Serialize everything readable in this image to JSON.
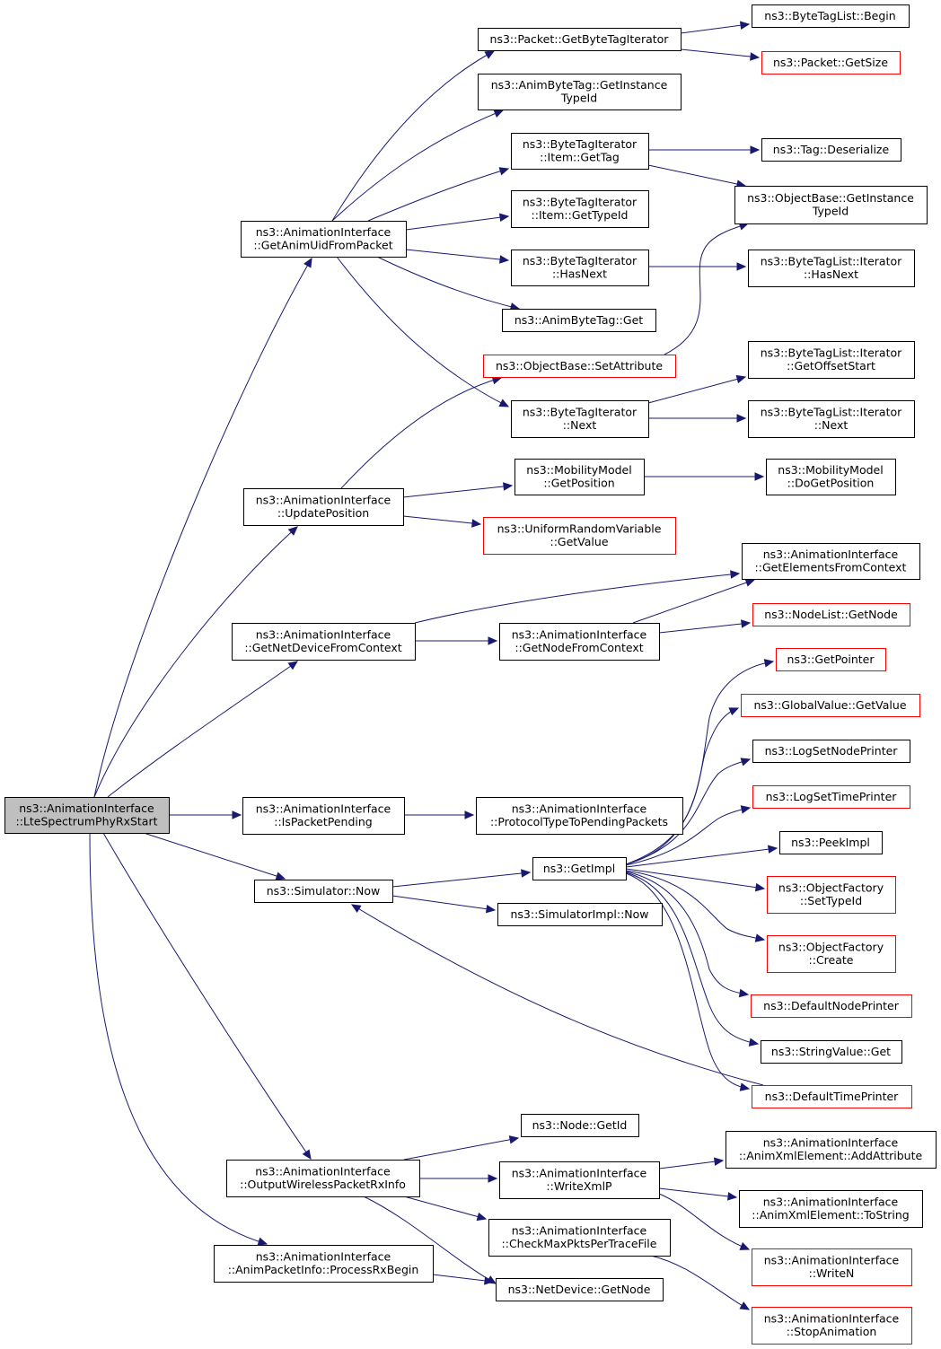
{
  "nodes": [
    {
      "id": "root",
      "lines": [
        "ns3::AnimationInterface",
        "::LteSpectrumPhyRxStart"
      ],
      "style": "root"
    },
    {
      "id": "getAnimUid",
      "lines": [
        "ns3::AnimationInterface",
        "::GetAnimUidFromPacket"
      ],
      "style": "normal"
    },
    {
      "id": "getByteTagIter",
      "lines": [
        "ns3::Packet::GetByteTagIterator"
      ],
      "style": "normal"
    },
    {
      "id": "btlBegin",
      "lines": [
        "ns3::ByteTagList::Begin"
      ],
      "style": "normal"
    },
    {
      "id": "packetGetSize",
      "lines": [
        "ns3::Packet::GetSize"
      ],
      "style": "red"
    },
    {
      "id": "animByteTagGetInst",
      "lines": [
        "ns3::AnimByteTag::GetInstance",
        "TypeId"
      ],
      "style": "normal"
    },
    {
      "id": "btiItemGetTag",
      "lines": [
        "ns3::ByteTagIterator",
        "::Item::GetTag"
      ],
      "style": "normal"
    },
    {
      "id": "tagDeserialize",
      "lines": [
        "ns3::Tag::Deserialize"
      ],
      "style": "normal"
    },
    {
      "id": "objBaseGetInst",
      "lines": [
        "ns3::ObjectBase::GetInstance",
        "TypeId"
      ],
      "style": "normal"
    },
    {
      "id": "btiItemGetTypeId",
      "lines": [
        "ns3::ByteTagIterator",
        "::Item::GetTypeId"
      ],
      "style": "normal"
    },
    {
      "id": "btiHasNext",
      "lines": [
        "ns3::ByteTagIterator",
        "::HasNext"
      ],
      "style": "normal"
    },
    {
      "id": "btlIterHasNext",
      "lines": [
        "ns3::ByteTagList::Iterator",
        "::HasNext"
      ],
      "style": "normal"
    },
    {
      "id": "animByteTagGet",
      "lines": [
        "ns3::AnimByteTag::Get"
      ],
      "style": "normal"
    },
    {
      "id": "objBaseSetAttr",
      "lines": [
        "ns3::ObjectBase::SetAttribute"
      ],
      "style": "red"
    },
    {
      "id": "btlIterGetOffset",
      "lines": [
        "ns3::ByteTagList::Iterator",
        "::GetOffsetStart"
      ],
      "style": "normal"
    },
    {
      "id": "btiNext",
      "lines": [
        "ns3::ByteTagIterator",
        "::Next"
      ],
      "style": "normal"
    },
    {
      "id": "btlIterNext",
      "lines": [
        "ns3::ByteTagList::Iterator",
        "::Next"
      ],
      "style": "normal"
    },
    {
      "id": "updatePosition",
      "lines": [
        "ns3::AnimationInterface",
        "::UpdatePosition"
      ],
      "style": "normal"
    },
    {
      "id": "mobGetPos",
      "lines": [
        "ns3::MobilityModel",
        "::GetPosition"
      ],
      "style": "normal"
    },
    {
      "id": "mobDoGetPos",
      "lines": [
        "ns3::MobilityModel",
        "::DoGetPosition"
      ],
      "style": "normal"
    },
    {
      "id": "uniformGetValue",
      "lines": [
        "ns3::UniformRandomVariable",
        "::GetValue"
      ],
      "style": "red"
    },
    {
      "id": "getElemFromCtx",
      "lines": [
        "ns3::AnimationInterface",
        "::GetElementsFromContext"
      ],
      "style": "normal"
    },
    {
      "id": "getNetDevFromCtx",
      "lines": [
        "ns3::AnimationInterface",
        "::GetNetDeviceFromContext"
      ],
      "style": "normal"
    },
    {
      "id": "getNodeFromCtx",
      "lines": [
        "ns3::AnimationInterface",
        "::GetNodeFromContext"
      ],
      "style": "normal"
    },
    {
      "id": "nodeListGetNode",
      "lines": [
        "ns3::NodeList::GetNode"
      ],
      "style": "red"
    },
    {
      "id": "getPointer",
      "lines": [
        "ns3::GetPointer"
      ],
      "style": "red"
    },
    {
      "id": "globalValueGetValue",
      "lines": [
        "ns3::GlobalValue::GetValue"
      ],
      "style": "red"
    },
    {
      "id": "logSetNodePrinter",
      "lines": [
        "ns3::LogSetNodePrinter"
      ],
      "style": "normal"
    },
    {
      "id": "logSetTimePrinter",
      "lines": [
        "ns3::LogSetTimePrinter"
      ],
      "style": "red"
    },
    {
      "id": "isPacketPending",
      "lines": [
        "ns3::AnimationInterface",
        "::IsPacketPending"
      ],
      "style": "normal"
    },
    {
      "id": "protoTypeToPending",
      "lines": [
        "ns3::AnimationInterface",
        "::ProtocolTypeToPendingPackets"
      ],
      "style": "normal"
    },
    {
      "id": "peekImpl",
      "lines": [
        "ns3::PeekImpl"
      ],
      "style": "normal"
    },
    {
      "id": "getImpl",
      "lines": [
        "ns3::GetImpl"
      ],
      "style": "normal"
    },
    {
      "id": "simulatorNow",
      "lines": [
        "ns3::Simulator::Now"
      ],
      "style": "normal"
    },
    {
      "id": "objFactorySetTypeId",
      "lines": [
        "ns3::ObjectFactory",
        "::SetTypeId"
      ],
      "style": "red"
    },
    {
      "id": "simulatorImplNow",
      "lines": [
        "ns3::SimulatorImpl::Now"
      ],
      "style": "normal"
    },
    {
      "id": "objFactoryCreate",
      "lines": [
        "ns3::ObjectFactory",
        "::Create"
      ],
      "style": "red"
    },
    {
      "id": "defaultNodePrinter",
      "lines": [
        "ns3::DefaultNodePrinter"
      ],
      "style": "red"
    },
    {
      "id": "stringValueGet",
      "lines": [
        "ns3::StringValue::Get"
      ],
      "style": "normal"
    },
    {
      "id": "defaultTimePrinter",
      "lines": [
        "ns3::DefaultTimePrinter"
      ],
      "style": "red"
    },
    {
      "id": "nodeGetId",
      "lines": [
        "ns3::Node::GetId"
      ],
      "style": "normal"
    },
    {
      "id": "outputWirelessRx",
      "lines": [
        "ns3::AnimationInterface",
        "::OutputWirelessPacketRxInfo"
      ],
      "style": "normal"
    },
    {
      "id": "writeXmlP",
      "lines": [
        "ns3::AnimationInterface",
        "::WriteXmlP"
      ],
      "style": "normal"
    },
    {
      "id": "animXmlAddAttr",
      "lines": [
        "ns3::AnimationInterface",
        "::AnimXmlElement::AddAttribute"
      ],
      "style": "normal"
    },
    {
      "id": "animXmlToString",
      "lines": [
        "ns3::AnimationInterface",
        "::AnimXmlElement::ToString"
      ],
      "style": "normal"
    },
    {
      "id": "checkMaxPkts",
      "lines": [
        "ns3::AnimationInterface",
        "::CheckMaxPktsPerTraceFile"
      ],
      "style": "normal"
    },
    {
      "id": "writeN",
      "lines": [
        "ns3::AnimationInterface",
        "::WriteN"
      ],
      "style": "red"
    },
    {
      "id": "processRxBegin",
      "lines": [
        "ns3::AnimationInterface",
        "::AnimPacketInfo::ProcessRxBegin"
      ],
      "style": "normal"
    },
    {
      "id": "netDeviceGetNode",
      "lines": [
        "ns3::NetDevice::GetNode"
      ],
      "style": "normal"
    },
    {
      "id": "stopAnimation",
      "lines": [
        "ns3::AnimationInterface",
        "::StopAnimation"
      ],
      "style": "red"
    }
  ],
  "edges": [
    [
      "root",
      "getAnimUid"
    ],
    [
      "root",
      "updatePosition"
    ],
    [
      "root",
      "getNetDevFromCtx"
    ],
    [
      "root",
      "isPacketPending"
    ],
    [
      "root",
      "simulatorNow"
    ],
    [
      "root",
      "outputWirelessRx"
    ],
    [
      "root",
      "processRxBegin"
    ],
    [
      "getAnimUid",
      "getByteTagIter"
    ],
    [
      "getAnimUid",
      "animByteTagGetInst"
    ],
    [
      "getAnimUid",
      "btiItemGetTag"
    ],
    [
      "getAnimUid",
      "btiItemGetTypeId"
    ],
    [
      "getAnimUid",
      "btiHasNext"
    ],
    [
      "getAnimUid",
      "animByteTagGet"
    ],
    [
      "getAnimUid",
      "btiNext"
    ],
    [
      "getByteTagIter",
      "btlBegin"
    ],
    [
      "getByteTagIter",
      "packetGetSize"
    ],
    [
      "btiItemGetTag",
      "tagDeserialize"
    ],
    [
      "btiItemGetTag",
      "objBaseGetInst"
    ],
    [
      "btiHasNext",
      "btlIterHasNext"
    ],
    [
      "objBaseSetAttr",
      "objBaseGetInst"
    ],
    [
      "btiNext",
      "btlIterGetOffset"
    ],
    [
      "btiNext",
      "btlIterNext"
    ],
    [
      "updatePosition",
      "objBaseSetAttr"
    ],
    [
      "updatePosition",
      "mobGetPos"
    ],
    [
      "updatePosition",
      "uniformGetValue"
    ],
    [
      "mobGetPos",
      "mobDoGetPos"
    ],
    [
      "getNetDevFromCtx",
      "getElemFromCtx"
    ],
    [
      "getNetDevFromCtx",
      "getNodeFromCtx"
    ],
    [
      "getNodeFromCtx",
      "getElemFromCtx"
    ],
    [
      "getNodeFromCtx",
      "nodeListGetNode"
    ],
    [
      "isPacketPending",
      "protoTypeToPending"
    ],
    [
      "simulatorNow",
      "getImpl"
    ],
    [
      "simulatorNow",
      "simulatorImplNow"
    ],
    [
      "getImpl",
      "getPointer"
    ],
    [
      "getImpl",
      "globalValueGetValue"
    ],
    [
      "getImpl",
      "logSetNodePrinter"
    ],
    [
      "getImpl",
      "logSetTimePrinter"
    ],
    [
      "getImpl",
      "peekImpl"
    ],
    [
      "getImpl",
      "objFactorySetTypeId"
    ],
    [
      "getImpl",
      "objFactoryCreate"
    ],
    [
      "getImpl",
      "defaultNodePrinter"
    ],
    [
      "getImpl",
      "stringValueGet"
    ],
    [
      "getImpl",
      "defaultTimePrinter"
    ],
    [
      "defaultTimePrinter",
      "simulatorNow"
    ],
    [
      "outputWirelessRx",
      "nodeGetId"
    ],
    [
      "outputWirelessRx",
      "writeXmlP"
    ],
    [
      "outputWirelessRx",
      "checkMaxPkts"
    ],
    [
      "outputWirelessRx",
      "netDeviceGetNode"
    ],
    [
      "writeXmlP",
      "animXmlAddAttr"
    ],
    [
      "writeXmlP",
      "animXmlToString"
    ],
    [
      "writeXmlP",
      "writeN"
    ],
    [
      "checkMaxPkts",
      "stopAnimation"
    ],
    [
      "processRxBegin",
      "netDeviceGetNode"
    ]
  ],
  "colors": {
    "edge": "#191970",
    "box_border": "#000000",
    "box_border_red": "#ff0000",
    "root_fill": "#bfbfbf"
  }
}
